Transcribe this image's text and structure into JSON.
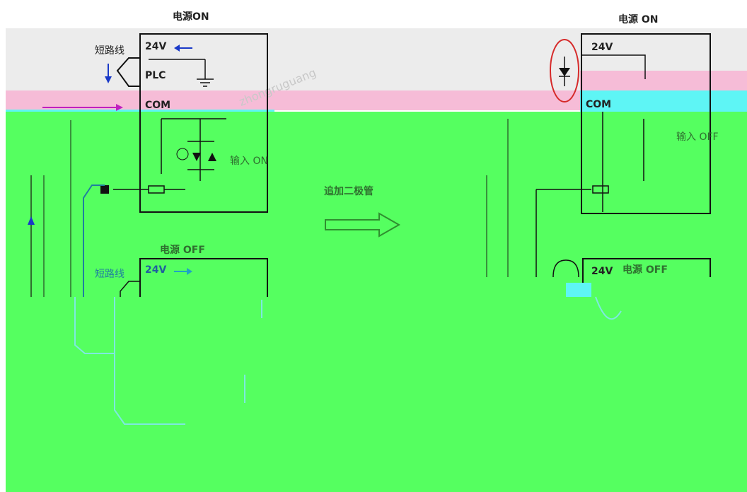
{
  "colors": {
    "background_top": "#ececec",
    "band_pink": "#f6bcd7",
    "band_cyan": "#5ef5f5",
    "green_overlay": "#55ff60",
    "wire": "#111111",
    "arrow_blue": "#1a39c8",
    "arrow_magenta": "#c020c0",
    "circle_red": "#d62a2a",
    "arrow_cyan": "#1fa4c4"
  },
  "left_top": {
    "power_label": "电源ON",
    "v24_label": "24V",
    "short_wire_label": "短路线",
    "plc_label": "PLC",
    "com_label": "COM",
    "input_label": "输入 ON"
  },
  "middle": {
    "action_label": "追加二极管",
    "arrow_icon": "hollow-right-arrow"
  },
  "right_top": {
    "power_label": "电源 ON",
    "v24_label": "24V",
    "com_label": "COM",
    "input_label": "输入 OFF"
  },
  "left_bottom": {
    "power_label": "电源 OFF",
    "v24_label": "24V",
    "short_wire_label": "短路线"
  },
  "right_bottom": {
    "v24_label": "24V",
    "power_label": "电源 OFF"
  },
  "watermark": "zhongruguang"
}
